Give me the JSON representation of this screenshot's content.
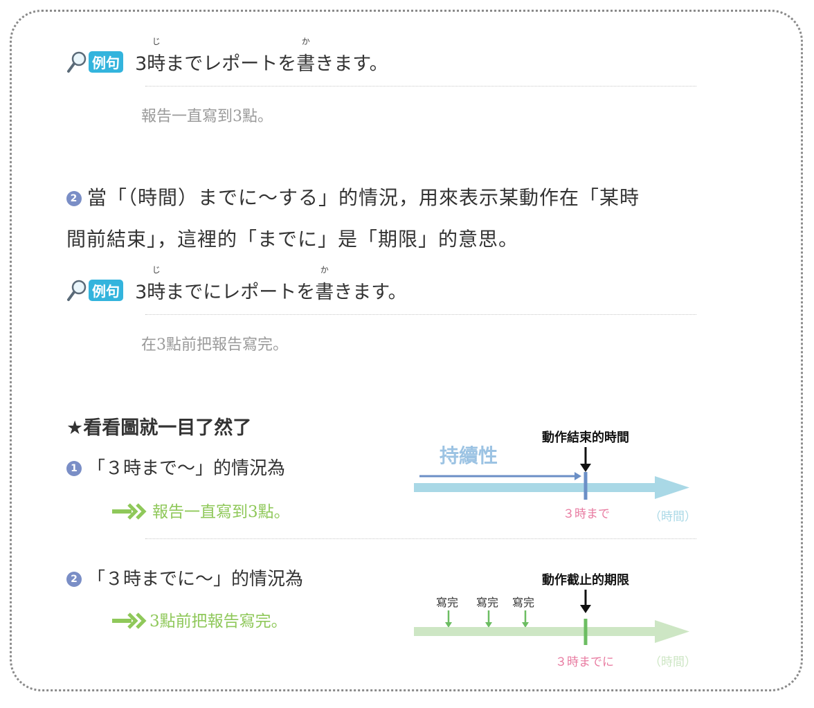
{
  "examples": [
    {
      "badge": "例句",
      "sentence_pre": "3",
      "kanji1": "時",
      "ruby1": "じ",
      "sentence_mid": "までレポートを",
      "kanji2": "書",
      "ruby2": "か",
      "sentence_post": "きます。",
      "translation": "報告一直寫到3點。"
    },
    {
      "badge": "例句",
      "sentence_pre": "3",
      "kanji1": "時",
      "ruby1": "じ",
      "sentence_mid": "までにレポートを",
      "kanji2": "書",
      "ruby2": "か",
      "sentence_post": "きます。",
      "translation": "在3點前把報告寫完。"
    }
  ],
  "explanation": {
    "number": "2",
    "line1": "當「（時間）までに～する」的情況，用來表示某動作在「某時",
    "line2": "間前結束」，這裡的「までに」是「期限」的意思。"
  },
  "summary": {
    "heading": "★看看圖就一目了然了",
    "cases": [
      {
        "number": "1",
        "label": "「３時まで～」的情況為",
        "result": "報告一直寫到3點。"
      },
      {
        "number": "2",
        "label": "「３時までに～」的情況為",
        "result": "3點前把報告寫完。"
      }
    ]
  },
  "diagram1": {
    "continuity_label": "持續性",
    "end_label": "動作結束的時間",
    "point_label": "３時まで",
    "axis_label": "（時間）"
  },
  "diagram2": {
    "deadline_label": "動作截止的期限",
    "event_labels": [
      "寫完",
      "寫完",
      "寫完"
    ],
    "point_label": "３時までに",
    "axis_label": "（時間）"
  },
  "colors": {
    "badge": "#33b4dd",
    "number_circle": "#7a8ec6",
    "blue_arrow": "#a9d8e6",
    "blue_line": "#6b8fc6",
    "green_arrow": "#cde6c4",
    "green_mark": "#6cbd62",
    "result_green": "#8fc85a",
    "pink_label": "#e87aa0"
  }
}
